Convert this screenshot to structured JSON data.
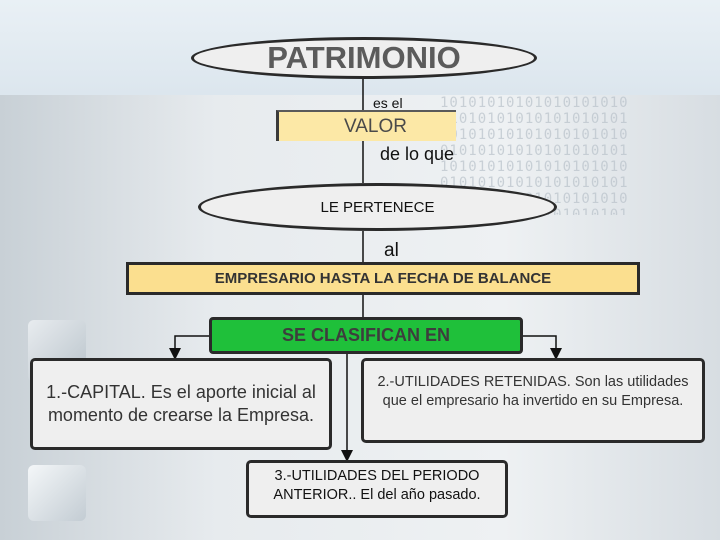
{
  "colors": {
    "ellipse_fill": "#efefef",
    "valor_fill": "#fce8a6",
    "empresario_fill": "#fbdf8f",
    "clasifican_fill": "#1fc03a",
    "outline": "#2a2a2a"
  },
  "diagram": {
    "top_ellipse": "PATRIMONIO",
    "connector_1": "es el",
    "value_box": "VALOR",
    "connector_2": "de lo que",
    "middle_ellipse": "LE PERTENECE",
    "connector_3": "al",
    "owner_box": "EMPRESARIO HASTA LA FECHA DE BALANCE",
    "classify_box": "SE CLASIFICAN EN",
    "category_1": "1.-CAPITAL. Es el aporte inicial al momento de crearse la Empresa.",
    "category_2": "2.-UTILIDADES RETENIDAS. Son las utilidades que el empresario ha invertido en su Empresa.",
    "category_3": "3.-UTILIDADES DEL PERIODO ANTERIOR.. El del año pasado."
  }
}
